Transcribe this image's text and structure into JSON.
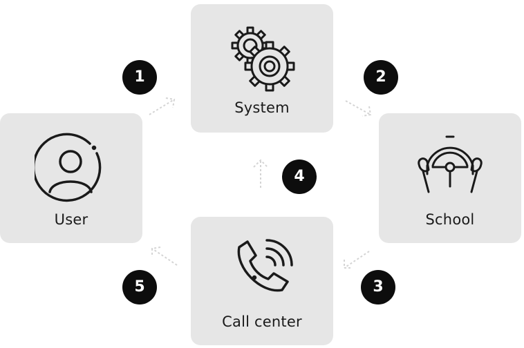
{
  "nodes": {
    "system": {
      "label": "System",
      "icon": "gears-icon"
    },
    "user": {
      "label": "User",
      "icon": "user-icon"
    },
    "school": {
      "label": "School",
      "icon": "steering-wheel-icon"
    },
    "call_center": {
      "label": "Call center",
      "icon": "phone-ringing-icon"
    }
  },
  "steps": [
    "1",
    "2",
    "3",
    "4",
    "5"
  ],
  "colors": {
    "card_bg": "#e6e6e6",
    "badge_bg": "#0d0d0d",
    "arrow": "#d4d4d4",
    "icon_stroke": "#1a1a1a"
  }
}
